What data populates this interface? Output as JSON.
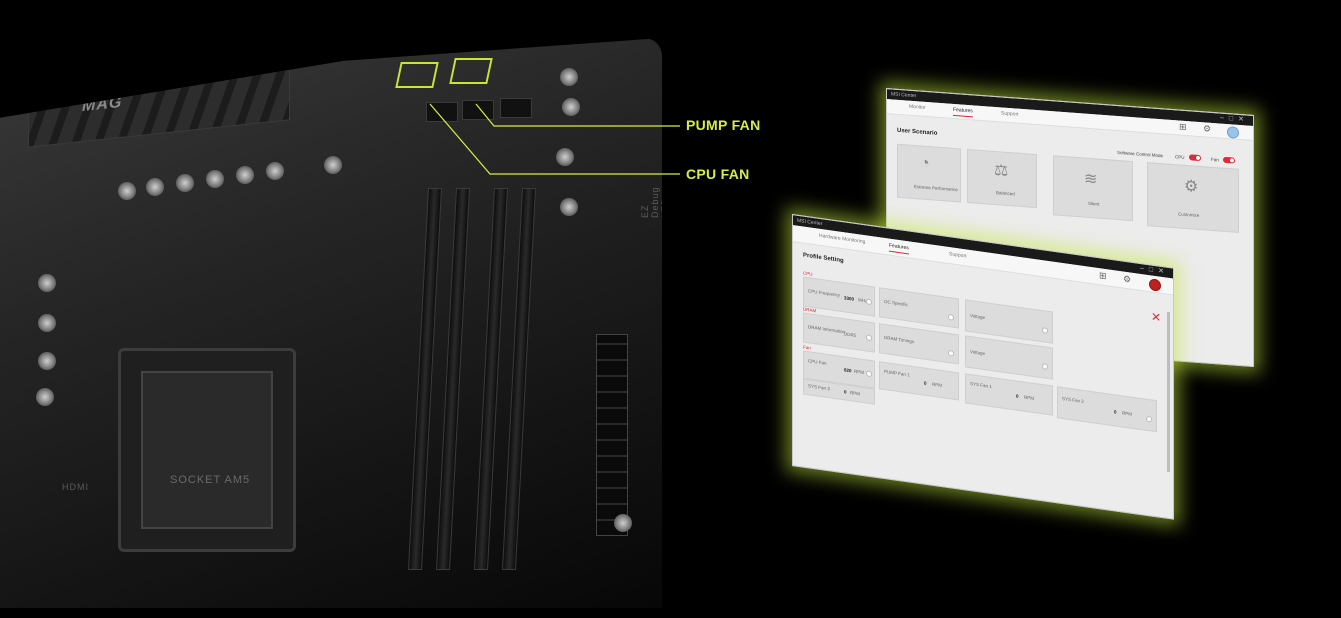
{
  "callouts": {
    "pump_fan": "PUMP FAN",
    "cpu_fan": "CPU FAN"
  },
  "accent": "#d8ec4a",
  "board": {
    "logo": "MAG",
    "socket_label": "SOCKET AM5",
    "ez_debug": "EZ Debug LED",
    "hdmi": "HDMI"
  },
  "back_window": {
    "title": "MSI Center",
    "tabs": [
      "Monitor",
      "Features",
      "Support"
    ],
    "active_tab": "Features",
    "section": "User Scenario",
    "software_control": "Software Control Mode",
    "cpu_label": "CPU",
    "fan_label": "Fan",
    "tiles": [
      {
        "label": "Extreme Performance",
        "icon": "speedometer-icon"
      },
      {
        "label": "Balanced",
        "icon": "balance-scale-icon"
      },
      {
        "label": "Silent",
        "icon": "wave-icon"
      },
      {
        "label": "Customize",
        "icon": "gear-icon"
      }
    ]
  },
  "front_window": {
    "title": "MSI Center",
    "tabs": [
      "Hardware Monitoring",
      "Features",
      "Support"
    ],
    "active_tab": "Features",
    "section": "Profile Setting",
    "groups": {
      "cpu": "CPU",
      "dram": "DRAM",
      "fan": "Fan"
    },
    "cpu_tiles": [
      {
        "label": "CPU Frequency",
        "value": "3300",
        "unit": "MHz"
      },
      {
        "label": "OC Specific",
        "value": "",
        "unit": ""
      },
      {
        "label": "Voltage",
        "value": "",
        "unit": ""
      }
    ],
    "dram_tiles": [
      {
        "label": "DRAM Information",
        "value": "",
        "unit": "",
        "extra": "DDR5"
      },
      {
        "label": "DRAM Timings",
        "value": "",
        "unit": ""
      },
      {
        "label": "Voltage",
        "value": "",
        "unit": ""
      }
    ],
    "fan_tiles": [
      {
        "label": "CPU Fan",
        "value": "820",
        "unit": "RPM"
      },
      {
        "label": "PUMP Fan 1",
        "value": "0",
        "unit": "RPM"
      },
      {
        "label": "SYS Fan 1",
        "value": "0",
        "unit": "RPM"
      },
      {
        "label": "SYS Fan 2",
        "value": "0",
        "unit": "RPM"
      },
      {
        "label": "SYS Fan 3",
        "value": "0",
        "unit": "RPM"
      }
    ]
  }
}
